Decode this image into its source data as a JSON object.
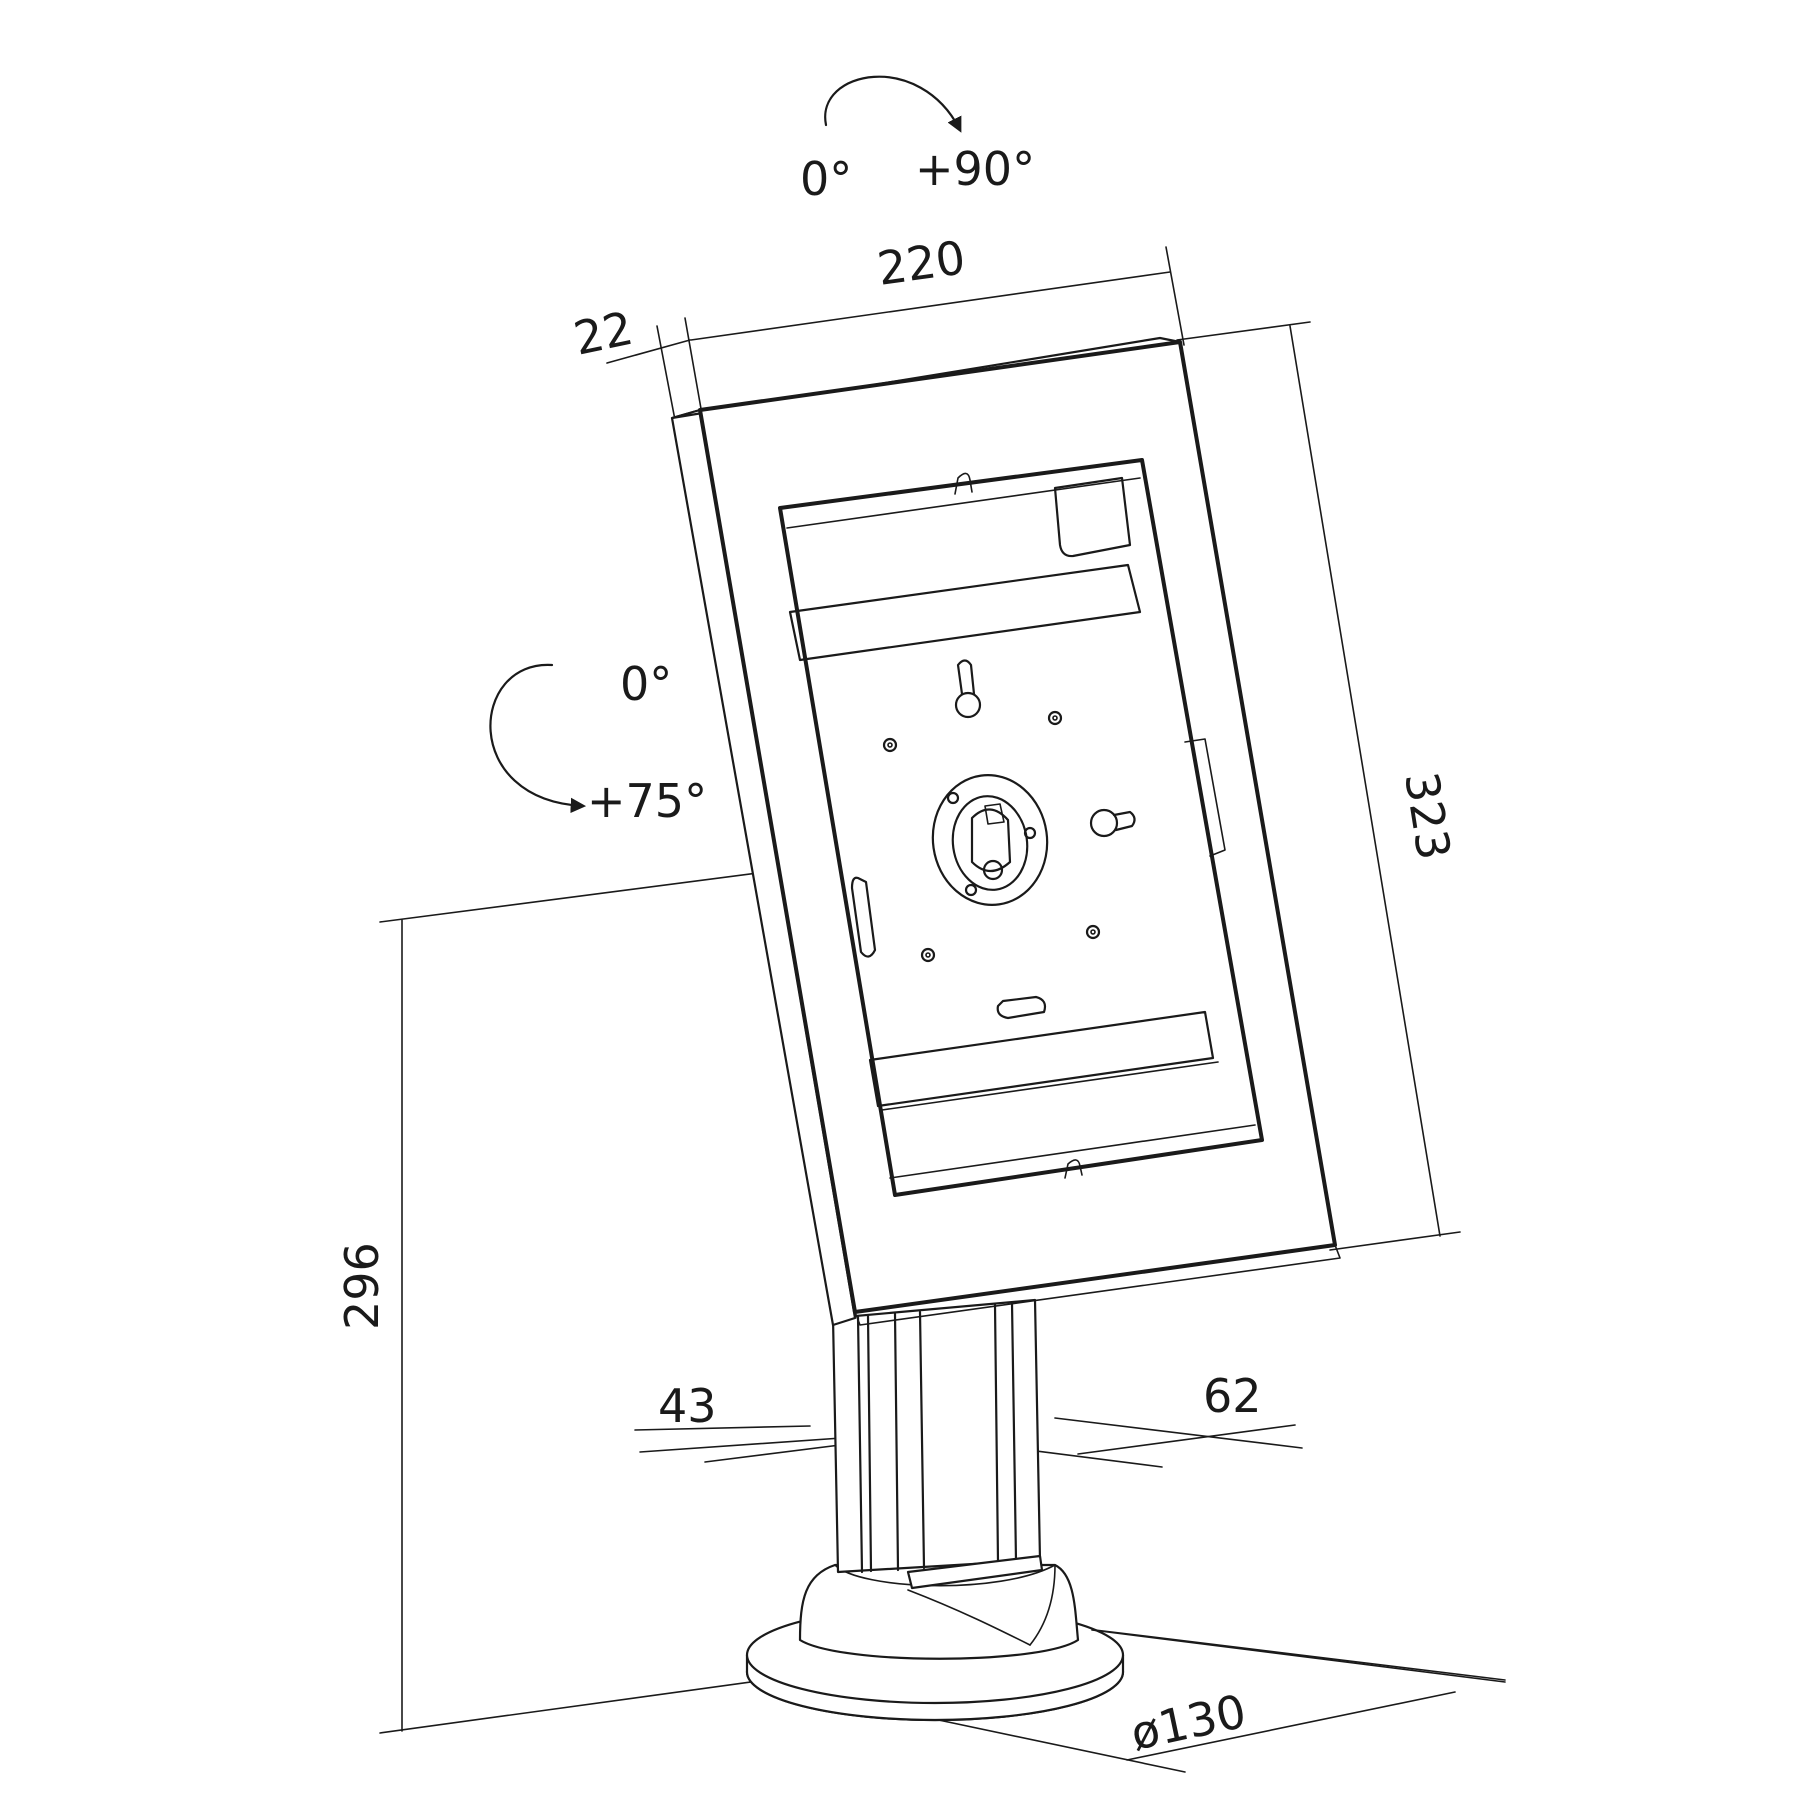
{
  "diagram": {
    "subject": "tablet enclosure on desk stand",
    "colors": {
      "line": "#1a1a1a",
      "background": "#ffffff"
    },
    "rotation_top": {
      "start": "0°",
      "end": "+90°"
    },
    "rotation_side": {
      "start": "0°",
      "end": "+75°"
    },
    "dimensions": {
      "width": "220",
      "depth": "22",
      "height": "323",
      "total_height": "296",
      "pole_width": "43",
      "pole_depth": "62",
      "base_diameter": "ø130"
    }
  }
}
